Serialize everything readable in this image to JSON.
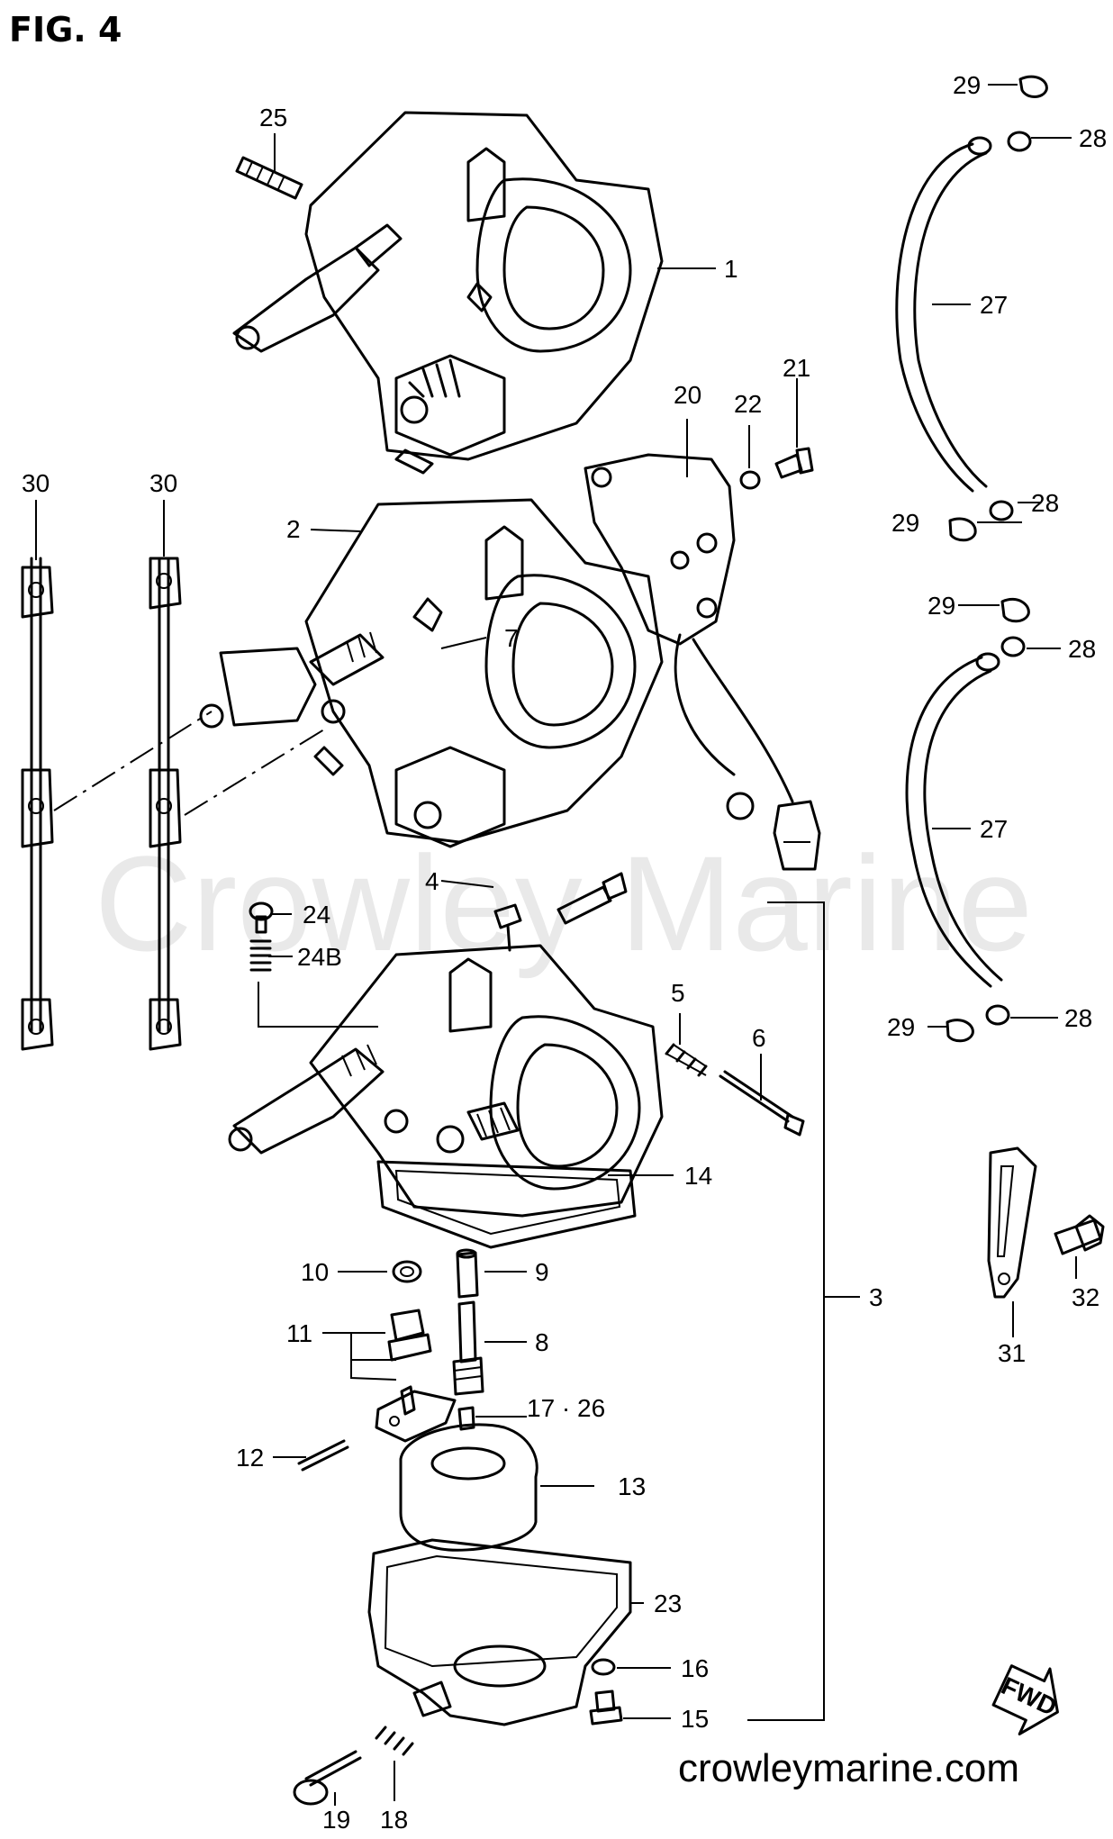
{
  "figure_title": "FIG. 4",
  "watermark": "Crowley Marine",
  "website": "crowleymarine.com",
  "fwd_badge": "FWD",
  "parts": [
    {
      "id": "p1",
      "label": "1"
    },
    {
      "id": "p2",
      "label": "2"
    },
    {
      "id": "p3",
      "label": "3"
    },
    {
      "id": "p4",
      "label": "4"
    },
    {
      "id": "p5",
      "label": "5"
    },
    {
      "id": "p6",
      "label": "6"
    },
    {
      "id": "p7",
      "label": "7"
    },
    {
      "id": "p8",
      "label": "8"
    },
    {
      "id": "p9",
      "label": "9"
    },
    {
      "id": "p10",
      "label": "10"
    },
    {
      "id": "p11",
      "label": "11"
    },
    {
      "id": "p12",
      "label": "12"
    },
    {
      "id": "p13",
      "label": "13"
    },
    {
      "id": "p14",
      "label": "14"
    },
    {
      "id": "p15",
      "label": "15"
    },
    {
      "id": "p16",
      "label": "16"
    },
    {
      "id": "p17",
      "label": "17 · 26"
    },
    {
      "id": "p18",
      "label": "18"
    },
    {
      "id": "p19",
      "label": "19"
    },
    {
      "id": "p20",
      "label": "20"
    },
    {
      "id": "p21",
      "label": "21"
    },
    {
      "id": "p22",
      "label": "22"
    },
    {
      "id": "p23",
      "label": "23"
    },
    {
      "id": "p24",
      "label": "24"
    },
    {
      "id": "p24b",
      "label": "24B"
    },
    {
      "id": "p25",
      "label": "25"
    },
    {
      "id": "p27a",
      "label": "27"
    },
    {
      "id": "p27b",
      "label": "27"
    },
    {
      "id": "p28a",
      "label": "28"
    },
    {
      "id": "p28b",
      "label": "28"
    },
    {
      "id": "p28c",
      "label": "28"
    },
    {
      "id": "p28d",
      "label": "28"
    },
    {
      "id": "p29a",
      "label": "29"
    },
    {
      "id": "p29b",
      "label": "29"
    },
    {
      "id": "p29c",
      "label": "29"
    },
    {
      "id": "p29d",
      "label": "29"
    },
    {
      "id": "p30a",
      "label": "30"
    },
    {
      "id": "p30b",
      "label": "30"
    },
    {
      "id": "p31",
      "label": "31"
    },
    {
      "id": "p32",
      "label": "32"
    }
  ]
}
